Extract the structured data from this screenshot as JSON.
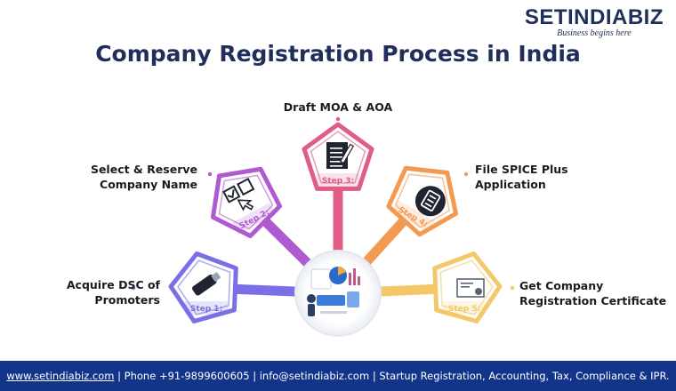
{
  "brand": {
    "name": "SETINDIABIZ",
    "tagline": "Business begins here"
  },
  "title": "Company Registration Process in India",
  "steps": [
    {
      "label": "Step 1:",
      "description": "Acquire DSC of\nPromoters",
      "icon": "usb-token-icon",
      "color": "#7a70e6"
    },
    {
      "label": "Step 2:",
      "description": "Select & Reserve\nCompany Name",
      "icon": "checkbox-select-icon",
      "color": "#b05ad0"
    },
    {
      "label": "Step 3:",
      "description": "Draft MOA & AOA",
      "icon": "document-pen-icon",
      "color": "#e05d86"
    },
    {
      "label": "Step 4:",
      "description": "File SPICE Plus\nApplication",
      "icon": "file-form-icon",
      "color": "#f39a52"
    },
    {
      "label": "Step 5:",
      "description": "Get Company\nRegistration Certificate",
      "icon": "certificate-icon",
      "color": "#f4c86a"
    }
  ],
  "center_icon": "business-analytics-icon",
  "footer": {
    "website": "www.setindiabiz.com",
    "phone": "Phone +91-9899600605",
    "email": "info@setindiabiz.com",
    "services": "Startup Registration, Accounting, Tax, Compliance & IPR."
  }
}
